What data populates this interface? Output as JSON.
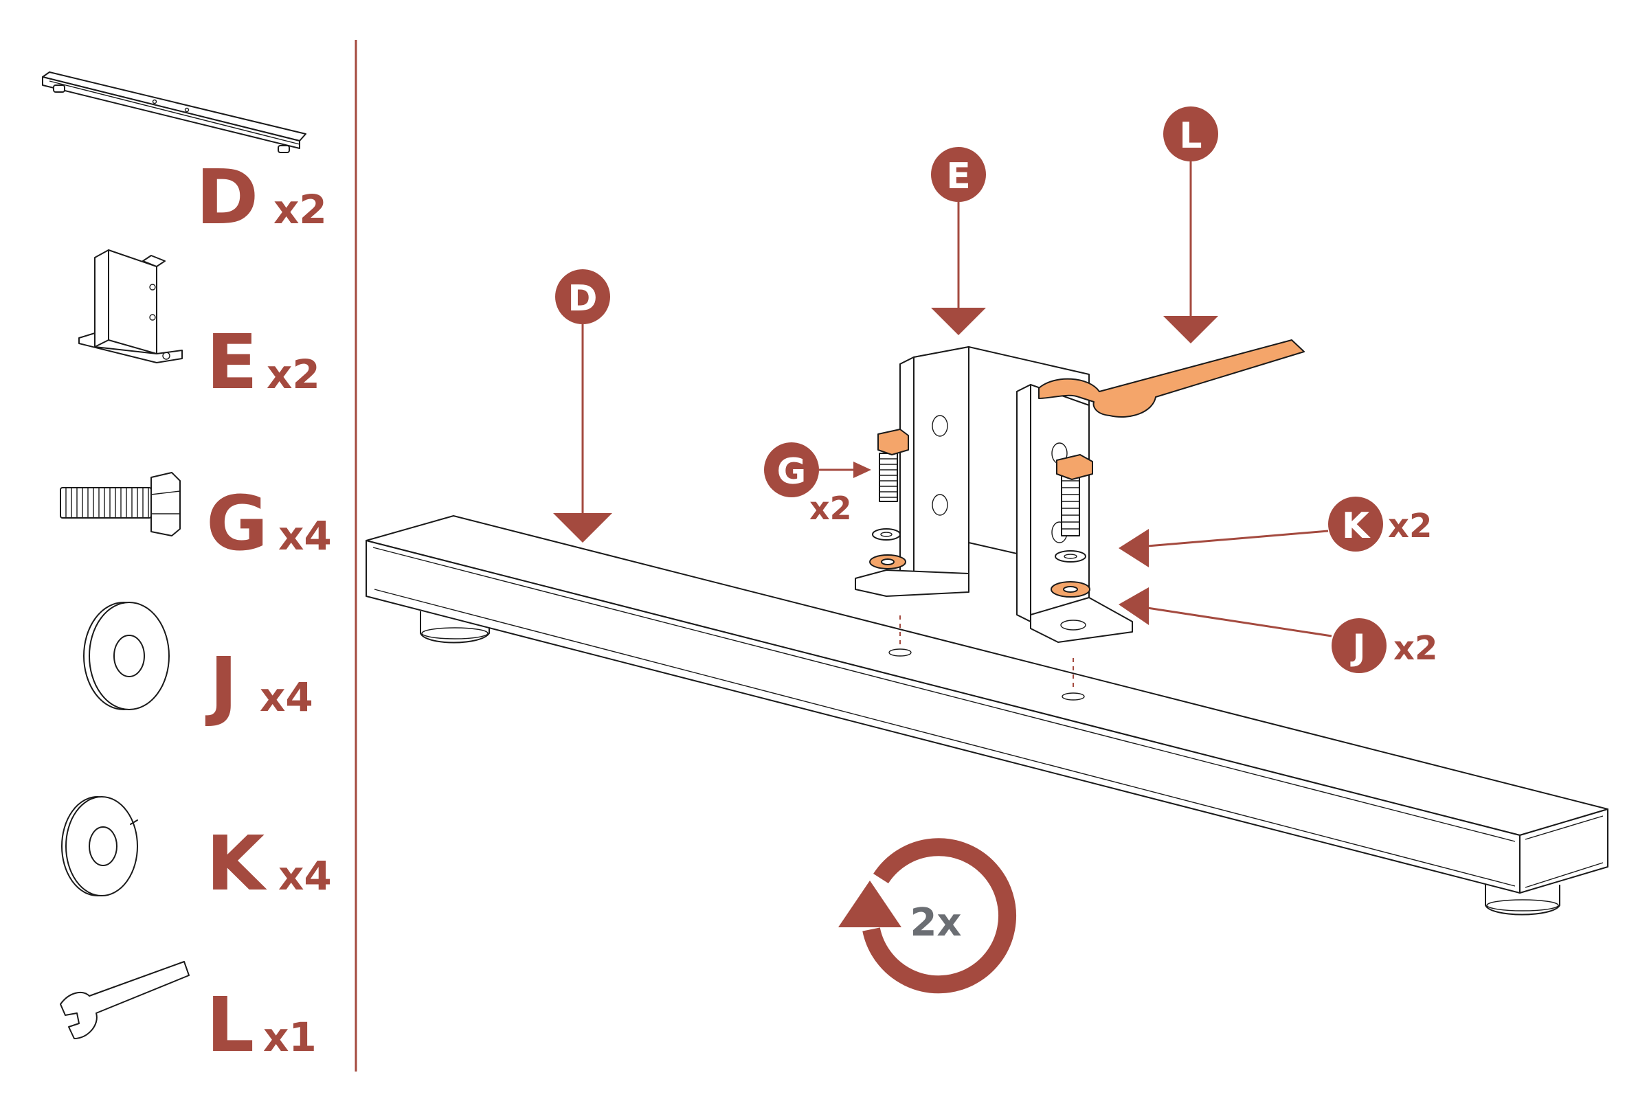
{
  "parts_list": [
    {
      "letter": "D",
      "quantity": "x2"
    },
    {
      "letter": "E",
      "quantity": "x2"
    },
    {
      "letter": "G",
      "quantity": "x4"
    },
    {
      "letter": "J",
      "quantity": "x4"
    },
    {
      "letter": "K",
      "quantity": "x4"
    },
    {
      "letter": "L",
      "quantity": "x1"
    }
  ],
  "callouts": {
    "D": {
      "letter": "D"
    },
    "E": {
      "letter": "E"
    },
    "L": {
      "letter": "L"
    },
    "G": {
      "letter": "G",
      "quantity": "x2"
    },
    "K": {
      "letter": "K",
      "quantity": "x2"
    },
    "J": {
      "letter": "J",
      "quantity": "x2"
    }
  },
  "repeat": {
    "label": "2x"
  },
  "colors": {
    "accent": "#a44a3f",
    "highlight": "#f4a56a",
    "repeat_text": "#6b6e73",
    "line": "#1a1a1a"
  }
}
